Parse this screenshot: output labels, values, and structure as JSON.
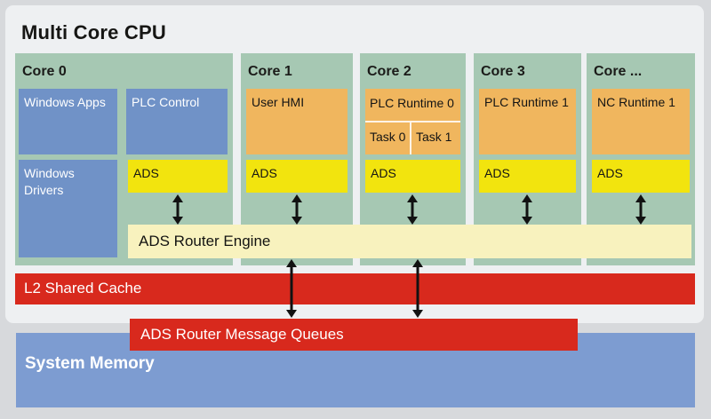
{
  "title": "Multi Core CPU",
  "cores": [
    {
      "label": "Core 0",
      "windows_apps": "Windows Apps",
      "plc_control": "PLC Control",
      "windows_drivers": "Windows Drivers",
      "ads": "ADS"
    },
    {
      "label": "Core 1",
      "app": "User HMI",
      "ads": "ADS"
    },
    {
      "label": "Core 2",
      "app": "PLC Runtime 0",
      "tasks": [
        {
          "label": "Task 0"
        },
        {
          "label": "Task 1"
        }
      ],
      "ads": "ADS"
    },
    {
      "label": "Core 3",
      "app": "PLC Runtime 1",
      "ads": "ADS"
    },
    {
      "label": "Core ...",
      "app": "NC Runtime 1",
      "ads": "ADS"
    }
  ],
  "strips": {
    "router_engine": "ADS Router Engine",
    "l2_cache": "L2 Shared Cache",
    "message_queues": "ADS Router Message Queues",
    "system_memory": "System Memory"
  },
  "colors": {
    "page_bg": "#d7d9dc",
    "panel_bg": "#eef0f2",
    "core_green": "#a6c8b3",
    "app_blue": "#7092c7",
    "runtime_orange": "#f0b65e",
    "ads_yellow": "#f2e40e",
    "router_cream": "#f8f2be",
    "beckhoff_red": "#d8291d",
    "memory_blue": "#7d9cd1",
    "arrow_black": "#121212"
  }
}
